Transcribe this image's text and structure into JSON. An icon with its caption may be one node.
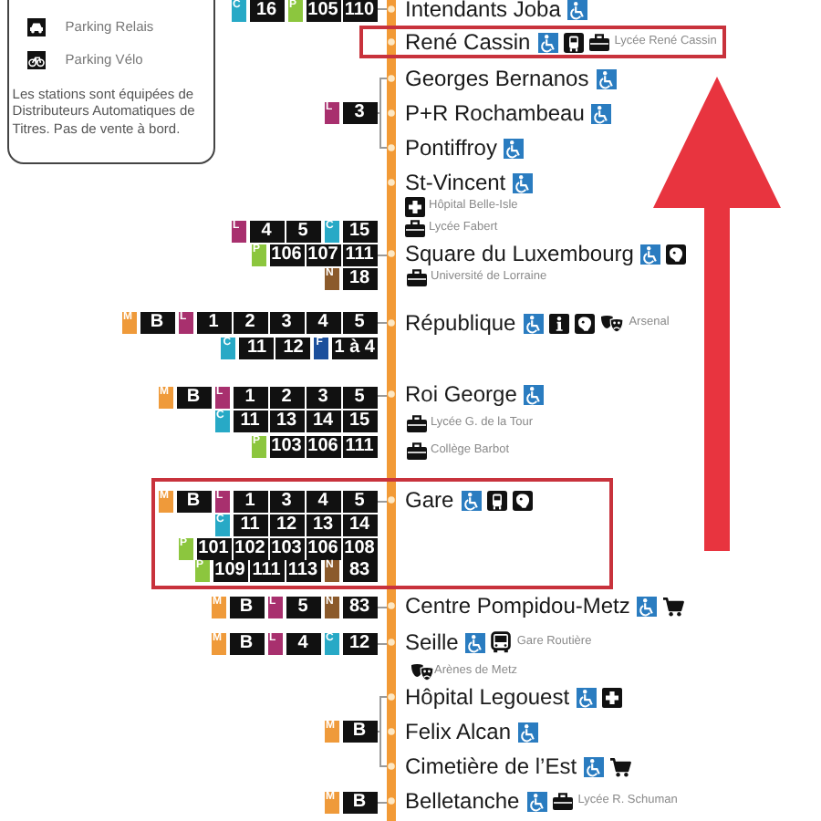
{
  "diagram": {
    "nodes": [
      {
        "text": [
          "Intendants Joba"
        ]
      },
      {
        "text": [],
        "shape": "box"
      },
      {
        "text": [
          "René Cassin"
        ],
        "in": 1,
        "beside": [
          "Lycée René Cassin"
        ]
      },
      {
        "text": [
          "Georges Bernanos"
        ]
      },
      {
        "text": [
          "P+R Rochambeau"
        ]
      },
      {
        "text": [
          "Pontiffroy"
        ]
      },
      {
        "text": [
          "St-Vincent"
        ],
        "beside": [
          "Hôpital Belle-Isle",
          "Lycée Fabert"
        ]
      },
      {
        "text": [
          "Square du Luxembourg"
        ],
        "beside": [
          "Université de Lorraine"
        ]
      },
      {
        "text": [
          "République"
        ],
        "beside": [
          "Arsenal"
        ]
      },
      {
        "text": [
          "Roi George"
        ],
        "beside": [
          "Lycée G. de la Tour",
          "Collège Barbot"
        ]
      },
      {
        "text": [],
        "shape": "box"
      },
      {
        "text": [
          "Gare"
        ],
        "in": 10
      },
      {
        "text": [
          "Centre Pompidou-Metz"
        ]
      },
      {
        "text": [
          "Seille"
        ],
        "beside": [
          "Gare Routière",
          "Arènes de Metz"
        ]
      },
      {
        "text": [
          "Hôpital Legouest"
        ]
      },
      {
        "text": [
          "Felix Alcan"
        ]
      },
      {
        "text": [
          "Cimetière de l’Est"
        ]
      },
      {
        "text": [
          "Belletanche"
        ],
        "beside": [
          "Lycée R. Schuman"
        ]
      }
    ],
    "edges": [
      {
        "from": 0,
        "to": 2,
        "arrow": "none"
      },
      {
        "from": 2,
        "to": 3,
        "arrow": "none"
      },
      {
        "from": 3,
        "to": 4,
        "arrow": "none"
      },
      {
        "from": 4,
        "to": 5,
        "arrow": "none"
      },
      {
        "from": 5,
        "to": 6,
        "arrow": "none"
      },
      {
        "from": 6,
        "to": 7,
        "arrow": "none"
      },
      {
        "from": 7,
        "to": 8,
        "arrow": "none"
      },
      {
        "from": 8,
        "to": 9,
        "arrow": "none"
      },
      {
        "from": 9,
        "to": 11,
        "arrow": "none"
      },
      {
        "from": 11,
        "to": 12,
        "arrow": "none"
      },
      {
        "from": 12,
        "to": 13,
        "arrow": "none"
      },
      {
        "from": 13,
        "to": 14,
        "arrow": "none"
      },
      {
        "from": 14,
        "to": 15,
        "arrow": "none"
      },
      {
        "from": 15,
        "to": 16,
        "arrow": "none"
      },
      {
        "from": 16,
        "to": 17,
        "arrow": "none"
      },
      {
        "from": 17,
        "to": null,
        "arrow": "none"
      }
    ],
    "labels": [
      "Les stations sont équipées de Distributeurs Automatiques de Titres. Pas de vente à bord.",
      "C",
      "16",
      "P",
      "105",
      "110",
      "L",
      "3",
      "L",
      "4",
      "5",
      "C",
      "15",
      "P",
      "106",
      "107",
      "111",
      "N",
      "18",
      "M",
      "B",
      "L",
      "1",
      "2",
      "3",
      "4",
      "5",
      "C",
      "11",
      "12",
      "F",
      "1 à 4",
      "M",
      "B",
      "L",
      "1",
      "2",
      "3",
      "5",
      "C",
      "11",
      "13",
      "14",
      "15",
      "P",
      "103",
      "106",
      "111",
      "M",
      "B",
      "L",
      "1",
      "3",
      "4",
      "5",
      "C",
      "11",
      "12",
      "13",
      "14",
      "P",
      "101",
      "102",
      "103",
      "106",
      "108",
      "P",
      "109",
      "111",
      "113",
      "N",
      "83",
      "M",
      "B",
      "L",
      "5",
      "N",
      "83",
      "M",
      "B",
      "L",
      "4",
      "C",
      "12",
      "M",
      "B",
      "M",
      "B"
    ],
    "legend": [
      {
        "text": "Parking Relais"
      },
      {
        "text": "Parking Vélo"
      }
    ]
  }
}
